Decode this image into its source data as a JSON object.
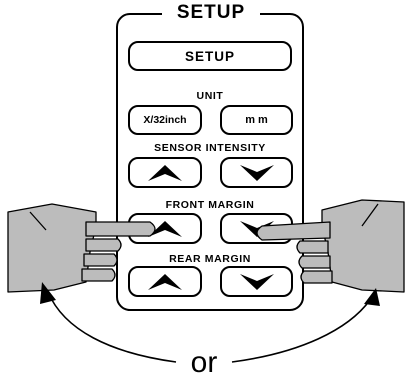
{
  "panel": {
    "title": "SETUP",
    "setup_button": "SETUP",
    "unit_label": "UNIT",
    "unit_options": [
      "X/32inch",
      "m m"
    ],
    "sensor_intensity_label": "SENSOR INTENSITY",
    "front_margin_label": "FRONT MARGIN",
    "rear_margin_label": "REAR MARGIN"
  },
  "caption": "or",
  "colors": {
    "hand_fill": "#bcbcbc",
    "outline": "#000000"
  }
}
